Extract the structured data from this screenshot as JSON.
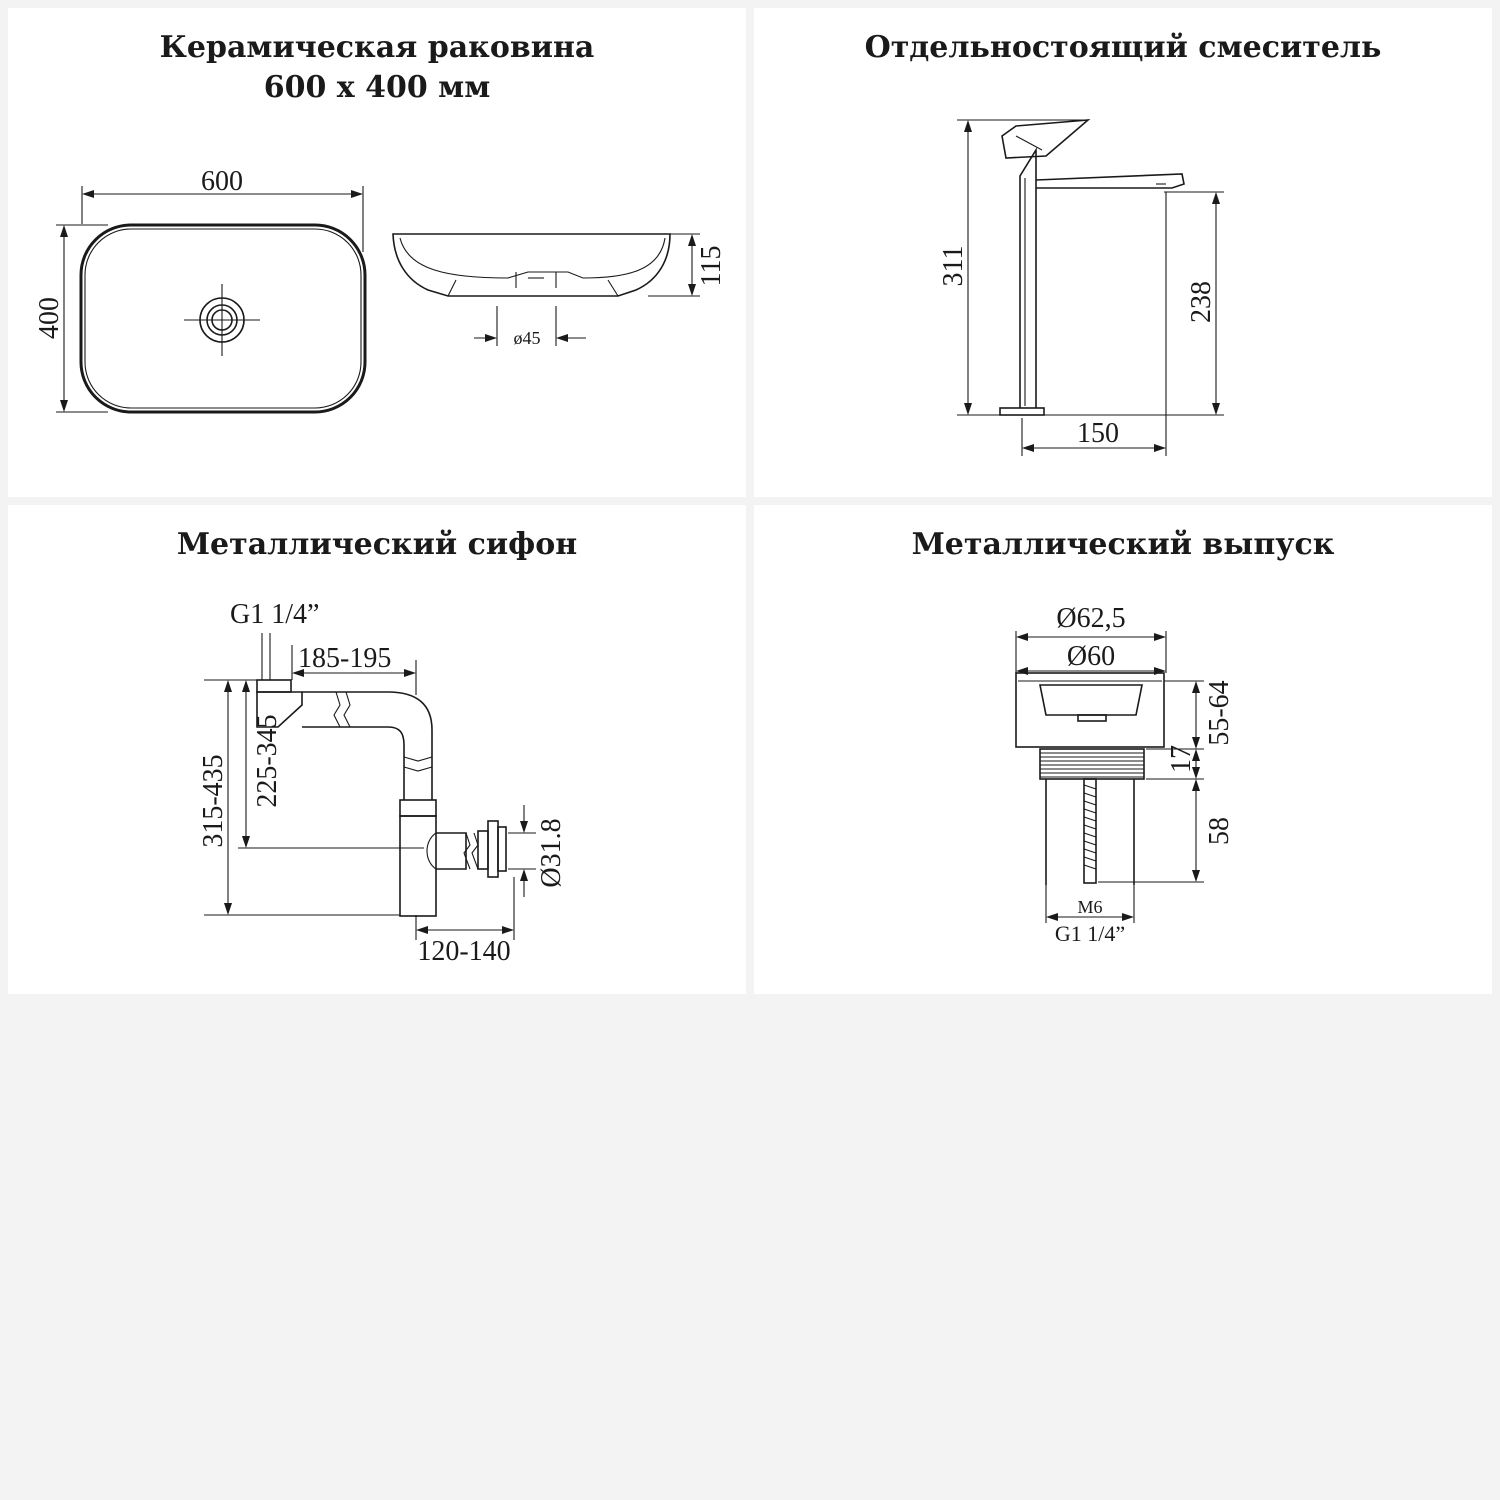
{
  "sink": {
    "title_line1": "Керамическая раковина",
    "title_line2": "600 x 400 мм",
    "width": "600",
    "depth": "400",
    "height": "115",
    "drain_diameter": "ø45"
  },
  "mixer": {
    "title": "Отдельностоящий смеситель",
    "total_height": "311",
    "spout_height": "238",
    "spout_reach": "150"
  },
  "siphon": {
    "title": "Металлический сифон",
    "thread": "G1 1/4”",
    "horizontal": "185-195",
    "total_height": "315-435",
    "inlet_height": "225-345",
    "outlet_diameter": "Ø31.8",
    "outlet_length": "120-140"
  },
  "drain": {
    "title": "Металлический выпуск",
    "outer_diameter": "Ø62,5",
    "inner_diameter": "Ø60",
    "length_range": "55-64",
    "thread_length": "17",
    "stem_length": "58",
    "rod_thread": "M6",
    "thread": "G1 1/4”"
  }
}
